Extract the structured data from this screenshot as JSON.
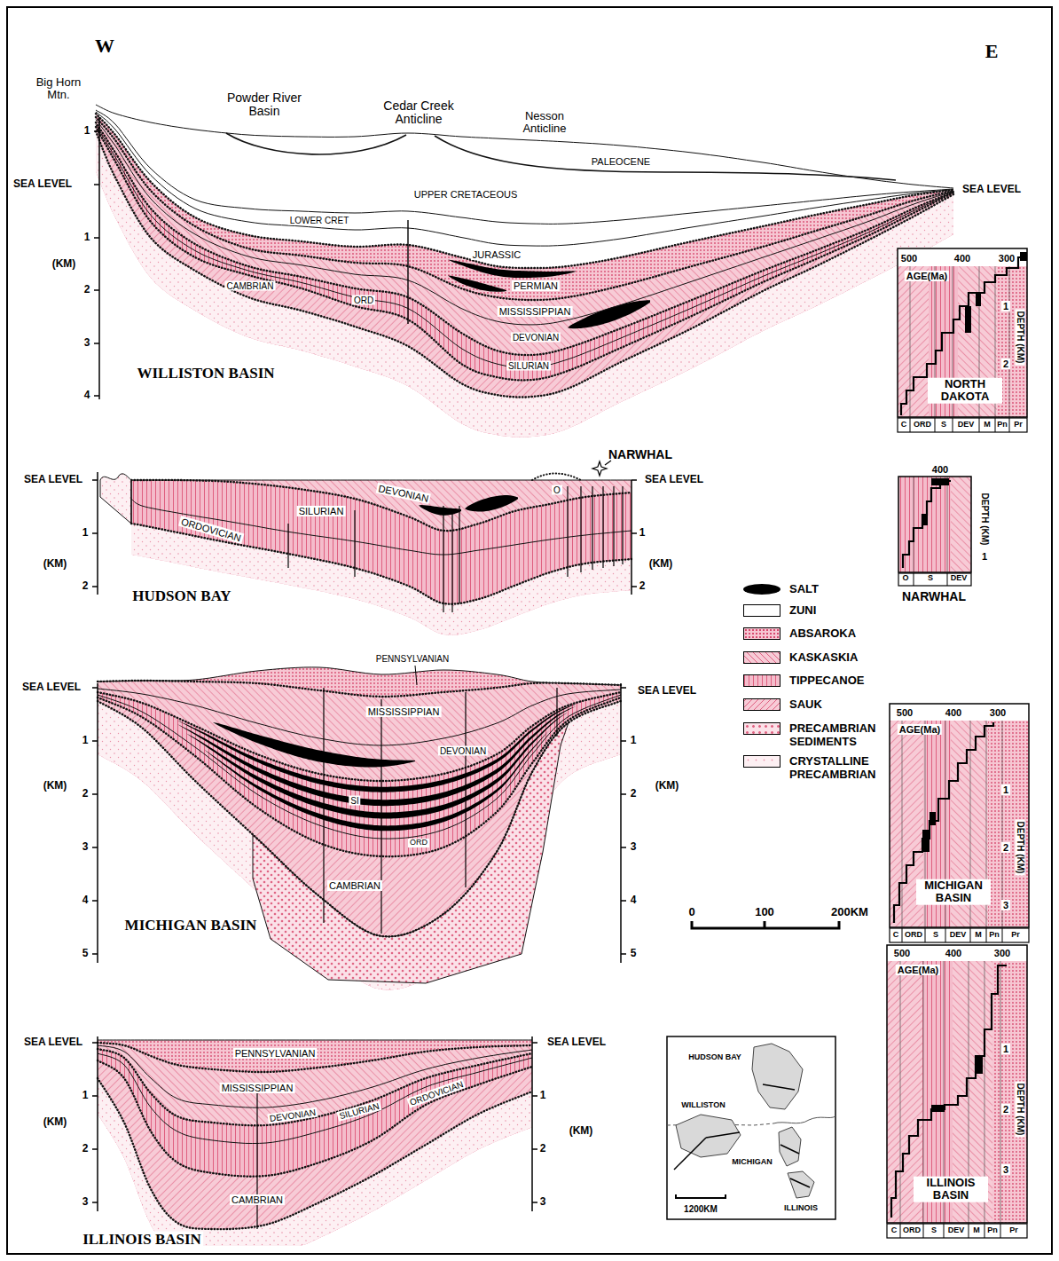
{
  "diagram": {
    "labels": [
      "W",
      "E",
      "Big Horn Mtn.",
      "Powder River Basin",
      "Cedar Creek Anticline",
      "Nesson Anticline",
      "PALEOCENE",
      "SEA LEVEL",
      "UPPER CRETACEOUS",
      "SEA LEVEL",
      "LOWER CRET",
      "JURASSIC",
      "PERMIAN",
      "MISSISSIPPIAN",
      "CAMBRIAN",
      "ORD",
      "DEVONIAN",
      "SILURIAN",
      "WILLISTON BASIN",
      "(KM)",
      "1",
      "1",
      "2",
      "3",
      "4",
      "500",
      "400",
      "300",
      "AGE(Ma)",
      "DEPTH (KM)",
      "1",
      "2",
      "NORTH DAKOTA",
      "C",
      "ORD",
      "S",
      "DEV",
      "M",
      "Pn",
      "Pr",
      "SEA LEVEL",
      "NARWHAL",
      "SEA LEVEL",
      "DEVONIAN",
      "SILURIAN",
      "ORDOVICIAN",
      "O",
      "1",
      "1",
      "(KM)",
      "(KM)",
      "2",
      "2",
      "HUDSON BAY",
      "400",
      "DEPTH (KM)",
      "1",
      "O",
      "S",
      "DEV",
      "NARWHAL",
      "PENNSYLVANIAN",
      "SEA LEVEL",
      "SEA LEVEL",
      "MISSISSIPPIAN",
      "DEVONIAN",
      "SI",
      "ORD",
      "CAMBRIAN",
      "MICHIGAN BASIN",
      "1",
      "2",
      "3",
      "4",
      "5",
      "(KM)",
      "1",
      "2",
      "3",
      "4",
      "5",
      "(KM)",
      "0",
      "100",
      "200KM",
      "500",
      "400",
      "300",
      "AGE(Ma)",
      "DEPTH (KM)",
      "1",
      "2",
      "3",
      "MICHIGAN BASIN",
      "C",
      "ORD",
      "S",
      "DEV",
      "M",
      "Pn",
      "Pr",
      "SEA LEVEL",
      "SEA LEVEL",
      "PENNSYLVANIAN",
      "MISSISSIPPIAN",
      "DEVONIAN",
      "SILURIAN",
      "ORDOVICIAN",
      "CAMBRIAN",
      "ILLINOIS BASIN",
      "1",
      "2",
      "3",
      "(KM)",
      "1",
      "2",
      "3",
      "(KM)",
      "HUDSON BAY",
      "WILLISTON",
      "MICHIGAN",
      "ILLINOIS",
      "1200KM",
      "500",
      "400",
      "300",
      "AGE(Ma)",
      "DEPTH (KM)",
      "1",
      "2",
      "3",
      "ILLINOIS BASIN",
      "C",
      "ORD",
      "S",
      "DEV",
      "M",
      "Pn",
      "Pr"
    ],
    "legend": [
      {
        "text": "SALT",
        "color": "#000000"
      },
      {
        "text": "ZUNI",
        "color": "#ffffff"
      },
      {
        "text": "ABSAROKA",
        "color": "#f6c6d2"
      },
      {
        "text": "KASKASKIA",
        "color": "#f7cbd6"
      },
      {
        "text": "TIPPECANOE",
        "color": "#f4bccb"
      },
      {
        "text": "SAUK",
        "color": "#f7cbd6"
      },
      {
        "text": "PRECAMBRIAN SEDIMENTS",
        "color": "#fbe1e8"
      },
      {
        "text": "CRYSTALLINE PRECAMBRIAN",
        "color": "#fdf0f3"
      }
    ]
  }
}
